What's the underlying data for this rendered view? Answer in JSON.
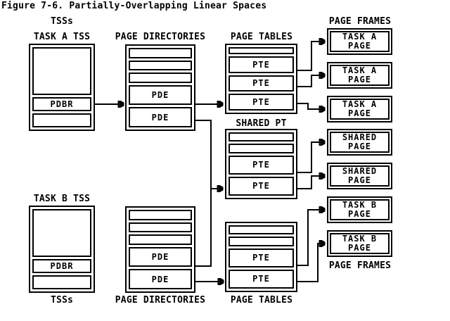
{
  "title": "Figure 7-6. Partially-Overlapping Linear Spaces",
  "labels": {
    "tsss_top": "TSSs",
    "task_a_tss": "TASK A TSS",
    "task_b_tss": "TASK B TSS",
    "page_directories_top": "PAGE DIRECTORIES",
    "page_directories_bottom": "PAGE DIRECTORIES",
    "page_tables_top": "PAGE TABLES",
    "page_tables_bottom": "PAGE TABLES",
    "page_frames_top": "PAGE FRAMES",
    "page_frames_bottom": "PAGE FRAMES",
    "shared_pt": "SHARED PT",
    "tsss_bottom": "TSSs"
  },
  "tss_a": {
    "rows": [
      "",
      "PDBR",
      ""
    ]
  },
  "tss_b": {
    "rows": [
      "",
      "PDBR",
      ""
    ]
  },
  "page_directory_a": {
    "rows": [
      "",
      "",
      "",
      "PDE",
      "PDE"
    ]
  },
  "page_directory_b": {
    "rows": [
      "",
      "",
      "",
      "PDE",
      "PDE"
    ]
  },
  "page_table_a": {
    "rows": [
      "",
      "PTE",
      "PTE",
      "PTE"
    ]
  },
  "shared_page_table": {
    "rows": [
      "",
      "",
      "PTE",
      "PTE"
    ]
  },
  "page_table_b": {
    "rows": [
      "",
      "",
      "PTE",
      "PTE"
    ]
  },
  "page_frames": [
    {
      "line1": "TASK A",
      "line2": "PAGE"
    },
    {
      "line1": "TASK A",
      "line2": "PAGE"
    },
    {
      "line1": "TASK A",
      "line2": "PAGE"
    },
    {
      "line1": "SHARED",
      "line2": "PAGE"
    },
    {
      "line1": "SHARED",
      "line2": "PAGE"
    },
    {
      "line1": "TASK B",
      "line2": "PAGE"
    },
    {
      "line1": "TASK B",
      "line2": "PAGE"
    }
  ],
  "colors": {
    "ink": "#000000",
    "paper": "#ffffff"
  }
}
